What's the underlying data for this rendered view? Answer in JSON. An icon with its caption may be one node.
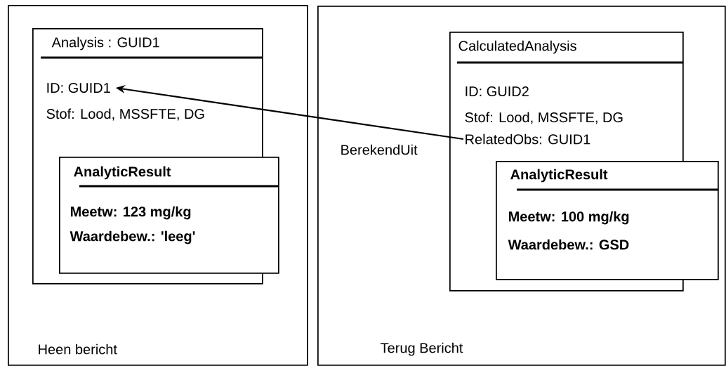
{
  "diagram": {
    "nodes": [
      {
        "text": [
          "Heen bericht"
        ]
      },
      {
        "text": [
          "Analysis : GUID1",
          "Stof: Lood, MSSFTE, DG"
        ],
        "in": 0
      },
      {
        "text": [
          "ID: GUID1"
        ],
        "in": 1
      },
      {
        "text": [
          "AnalyticResult",
          "Meetw: 123 mg/kg",
          "Waardebew.: 'leeg'"
        ],
        "in": 0
      },
      {
        "text": [
          "Terug Bericht"
        ]
      },
      {
        "text": [
          "CalculatedAnalysis",
          "ID: GUID2",
          "Stof: Lood, MSSFTE, DG"
        ],
        "in": 4
      },
      {
        "text": [
          "RelatedObs: GUID1"
        ],
        "in": 5
      },
      {
        "text": [
          "AnalyticResult",
          "Meetw: 100 mg/kg",
          "Waardebew.: GSD"
        ],
        "in": 4
      }
    ],
    "edges": [
      {
        "from": 6,
        "to": 2,
        "arrow": "to",
        "label": "BerekendUit"
      }
    ]
  }
}
